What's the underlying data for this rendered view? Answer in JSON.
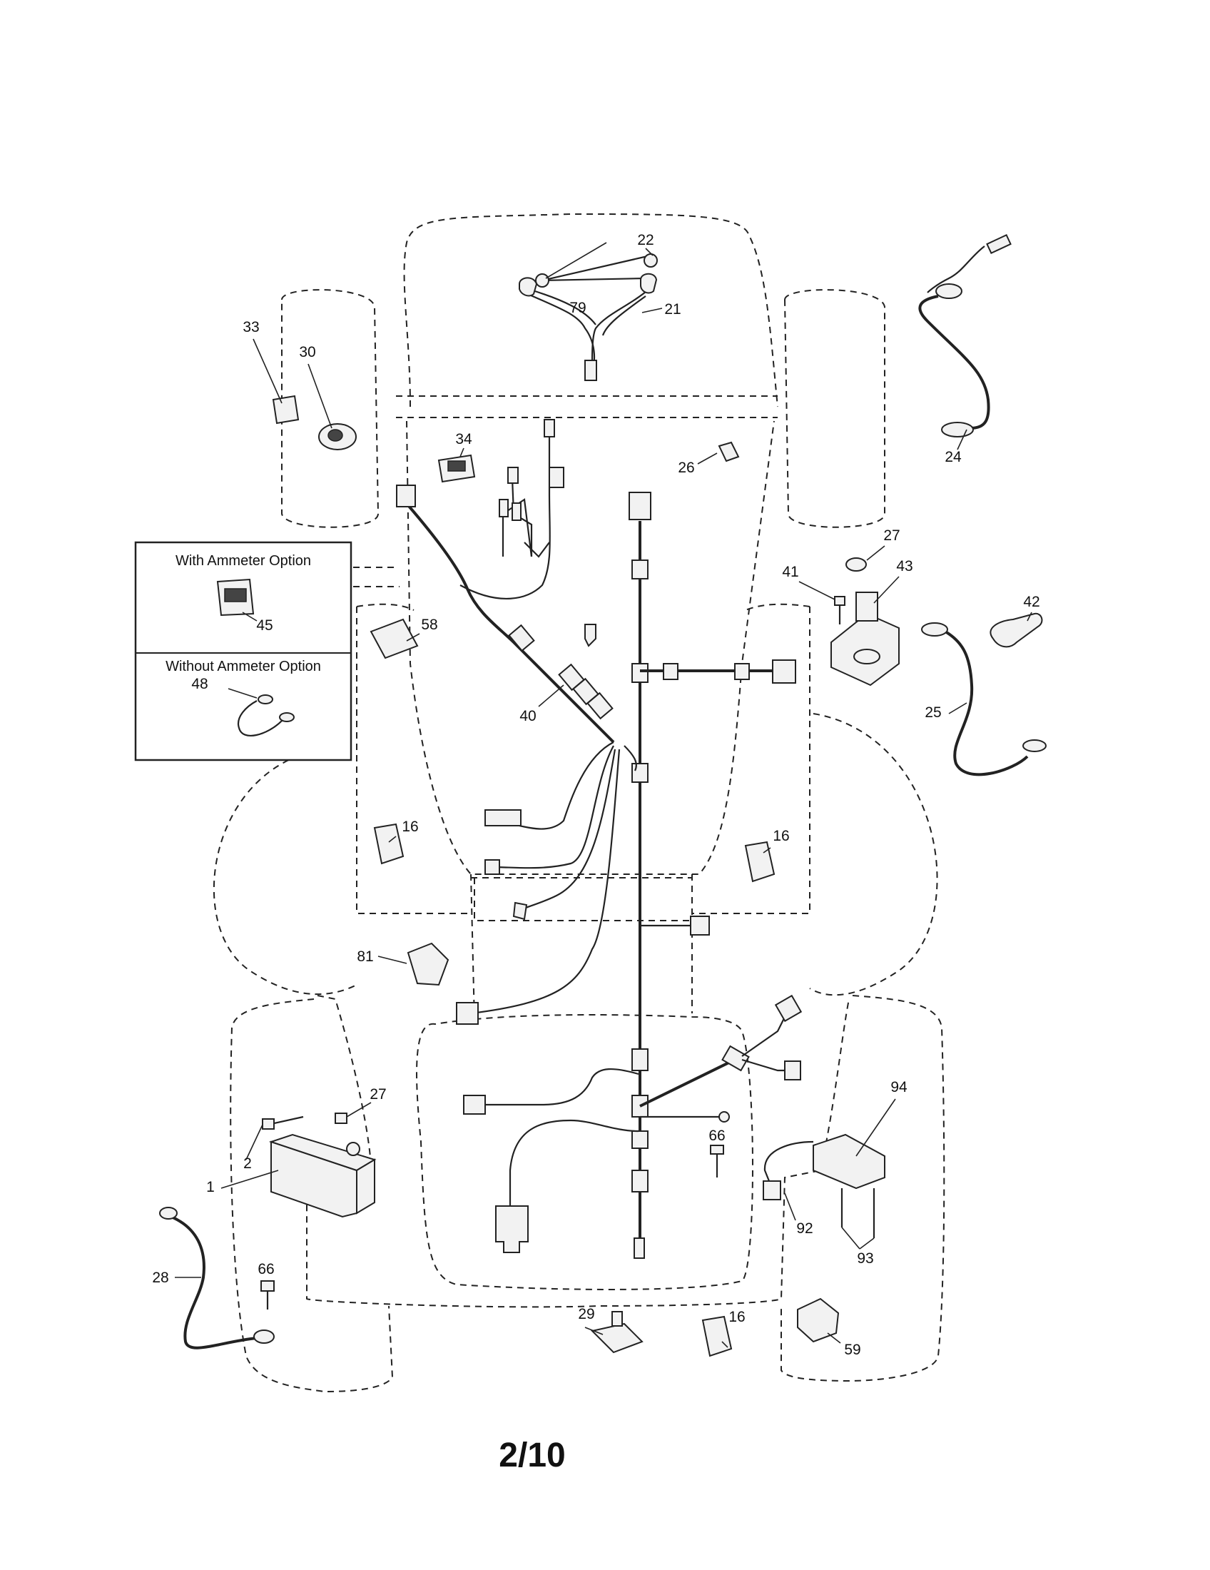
{
  "labels": {
    "p1": "1",
    "p2": "2",
    "p16a": "16",
    "p16b": "16",
    "p16c": "16",
    "p21": "21",
    "p22": "22",
    "p24": "24",
    "p25": "25",
    "p26": "26",
    "p27a": "27",
    "p27b": "27",
    "p28": "28",
    "p29": "29",
    "p30": "30",
    "p33": "33",
    "p34": "34",
    "p40": "40",
    "p41": "41",
    "p42": "42",
    "p43": "43",
    "p45": "45",
    "p48": "48",
    "p58": "58",
    "p59": "59",
    "p66a": "66",
    "p66b": "66",
    "p79": "79",
    "p81": "81",
    "p92": "92",
    "p93": "93",
    "p94": "94"
  },
  "option_box": {
    "with_title": "With Ammeter Option",
    "without_title": "Without Ammeter Option"
  },
  "page_number": "2/10"
}
